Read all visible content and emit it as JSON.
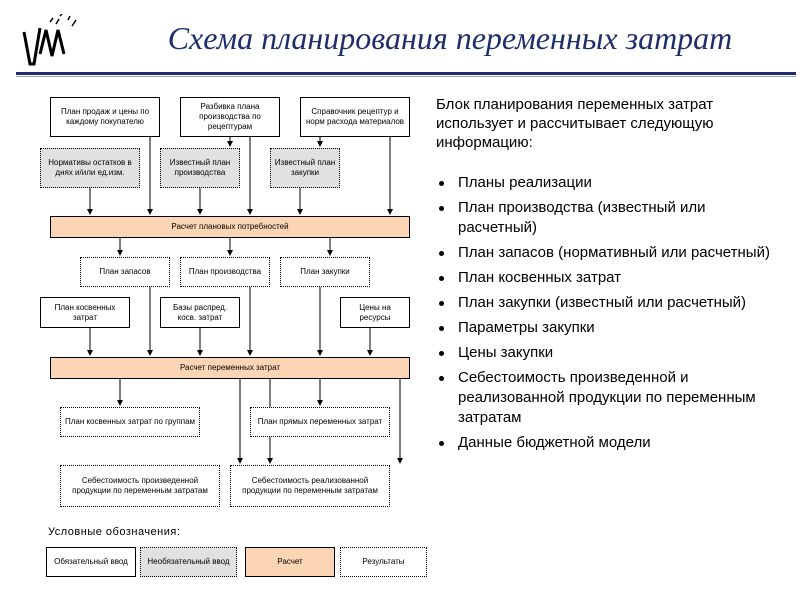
{
  "slide": {
    "title": "Схема планирования переменных затрат"
  },
  "diagram": {
    "top_inputs": [
      "План продаж и цены по каждому покупателю",
      "Разбивка плана производства по рецептурам",
      "Справочник рецептур и норм расхода материалов"
    ],
    "optional_inputs": [
      "Нормативы остатков в днях и/или ед.изм.",
      "Известный план производства",
      "Известный план закупки"
    ],
    "calc1": "Расчет плановых потребностей",
    "plans": [
      "План запасов",
      "План производства",
      "План закупки"
    ],
    "mid_inputs": [
      "План косвенных затрат",
      "Базы распред. косв. затрат",
      "Цены на ресурсы"
    ],
    "calc2": "Расчет переменных затрат",
    "results": [
      "План косвенных затрат по группам",
      "План прямых переменных затрат",
      "Себестоимость произведенной продукции по переменным затратам",
      "Себестоимость реализованной продукции по переменным затратам"
    ],
    "legend_title": "Условные обозначения:",
    "legend": [
      "Обязательный ввод",
      "Необязательный ввод",
      "Расчет",
      "Результаты"
    ],
    "colors": {
      "mandatory": "#ffffff",
      "optional": "#e1e1e1",
      "calc": "#fcd5b4",
      "result": "#ffffff"
    }
  },
  "info": {
    "intro": "Блок планирования переменных затрат использует и рассчитывает следующую информацию:",
    "items": [
      "Планы реализации",
      "План производства (известный или расчетный)",
      "План запасов (нормативный или расчетный)",
      "План косвенных затрат",
      "План закупки (известный или расчетный)",
      "Параметры закупки",
      "Цены закупки",
      "Себестоимость произведенной и реализованной продукции по переменным затратам",
      "Данные бюджетной модели"
    ]
  }
}
